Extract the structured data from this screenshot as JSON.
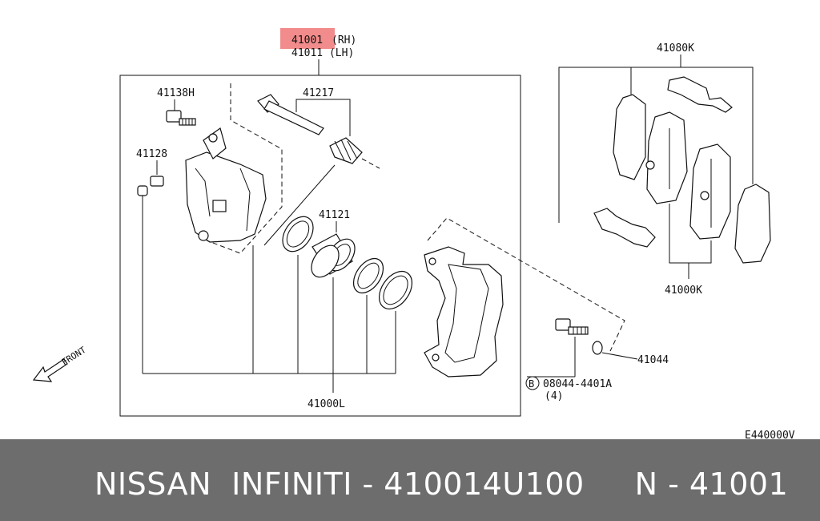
{
  "diagram": {
    "part_rh": "41001",
    "part_rh_suffix": "(RH)",
    "part_lh": "41011 (LH)",
    "callouts": {
      "c41138h": "41138H",
      "c41217": "41217",
      "c41128": "41128",
      "c41121": "41121",
      "c41080k": "41080K",
      "c41000k": "41000K",
      "c41044": "41044",
      "c41000l": "41000L",
      "bolt_marker": "B",
      "bolt_part": "08044-4401A",
      "bolt_qty": "(4)",
      "front": "FRONT"
    },
    "diagram_code": "E440000V",
    "highlight_color": "#f28b8b"
  },
  "footer": {
    "text": "NISSAN  INFINITI - 410014U100     N - 41001"
  }
}
